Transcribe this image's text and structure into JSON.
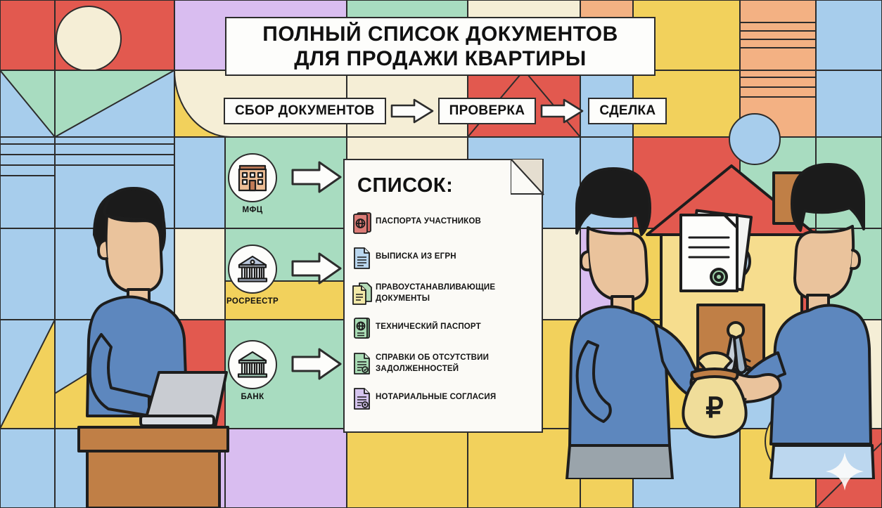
{
  "title": {
    "line1": "ПОЛНЫЙ СПИСОК ДОКУМЕНТОВ",
    "line2": "ДЛЯ ПРОДАЖИ КВАРТИРЫ"
  },
  "steps": [
    {
      "label": "СБОР ДОКУМЕНТОВ"
    },
    {
      "label": "ПРОВЕРКА"
    },
    {
      "label": "СДЕЛКА"
    }
  ],
  "list_panel": {
    "heading": "СПИСОК:",
    "items": [
      {
        "label": "ПАСПОРТА УЧАСТНИКОВ",
        "icon": "passport-red-icon",
        "color": "#d86f6f"
      },
      {
        "label": "ВЫПИСКА ИЗ ЕГРН",
        "icon": "document-blue-icon",
        "color": "#9cc2e0"
      },
      {
        "label": "ПРАВОУСТАНАВЛИВАЮЩИЕ ДОКУМЕНТЫ",
        "icon": "documents-stack-icon",
        "color": "#a9d6a9"
      },
      {
        "label": "ТЕХНИЧЕСКИЙ ПАСПОРТ",
        "icon": "passport-green-icon",
        "color": "#9ed3a8"
      },
      {
        "label": "СПРАВКИ ОБ ОТСУТСТВИИ ЗАДОЛЖЕННОСТЕЙ",
        "icon": "certificate-green-icon",
        "color": "#a4d4ad"
      },
      {
        "label": "НОТАРИАЛЬНЫЕ СОГЛАСИЯ",
        "icon": "notary-purple-icon",
        "color": "#c9b6e4"
      }
    ]
  },
  "institutions": [
    {
      "label": "МФЦ",
      "icon": "office-building-icon"
    },
    {
      "label": "РОСРЕЕСТР",
      "icon": "classical-building-icon"
    },
    {
      "label": "БАНК",
      "icon": "bank-building-icon"
    }
  ],
  "scene": {
    "left_actor": "man-at-laptop",
    "right_actors": "handshake-two-men",
    "house": "house-with-red-roof",
    "contract": "signed-documents-with-seal",
    "keys": "keys-icon",
    "money_bag": "money-bag-ruble",
    "currency_symbol": "₽"
  },
  "palette": {
    "red": "#e2594f",
    "lavender": "#d9bdf0",
    "mint": "#a8dcc0",
    "yellow": "#f2d15c",
    "cream": "#f5eed6",
    "blue": "#a7cdec",
    "peach": "#f3b183",
    "brown": "#c07f46",
    "ink": "#2c2c2c",
    "panel": "#fbfaf6"
  },
  "watermark": {
    "icon": "sparkle-icon"
  }
}
